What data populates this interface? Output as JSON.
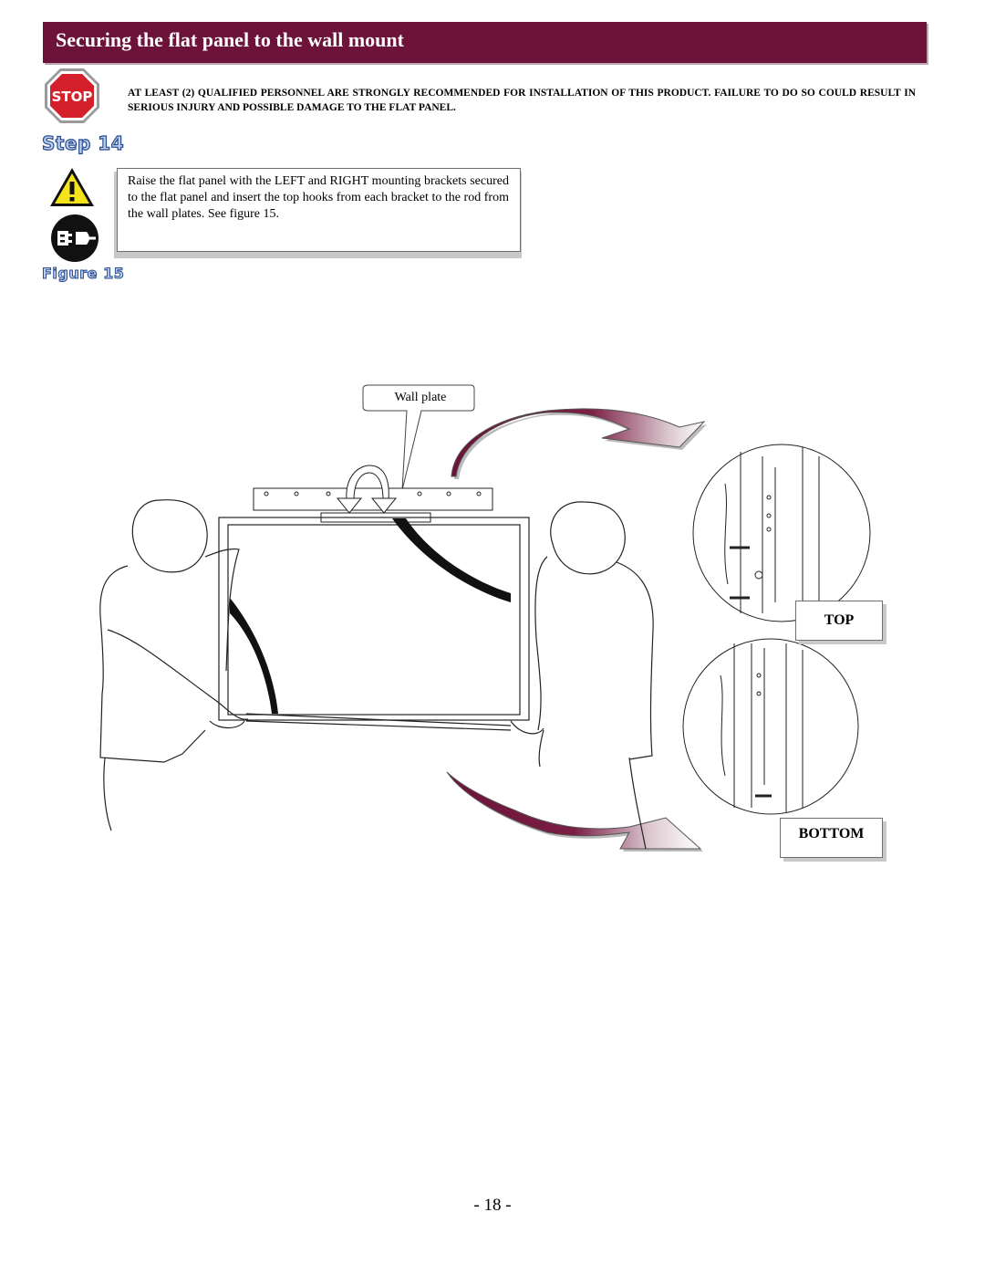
{
  "header": {
    "title": "Securing the flat panel to the wall mount"
  },
  "warning": {
    "icon": "stop-sign-icon",
    "stop_label": "STOP",
    "text": "AT LEAST (2) QUALIFIED PERSONNEL ARE STRONGLY RECOMMENDED FOR INSTALLATION OF THIS PRODUCT. FAILURE TO DO SO COULD RESULT IN SERIOUS INJURY AND POSSIBLE DAMAGE TO THE FLAT PANEL."
  },
  "step": {
    "heading": "Step 14",
    "icons": [
      "caution-icon",
      "unplug-icon"
    ],
    "instruction": "Raise the flat panel with the LEFT and RIGHT mounting brackets secured to the flat panel and insert the top hooks from each bracket to the rod from the wall plates. See figure 15."
  },
  "figure": {
    "heading": "Figure 15",
    "callout": "Wall plate",
    "top_label": "TOP",
    "bottom_label": "BOTTOM"
  },
  "colors": {
    "header_bg": "#6d1238",
    "heading_blue": "#274a8e",
    "arrow_maroon": "#6d1238"
  },
  "footer": {
    "page_number": "- 18 -"
  }
}
